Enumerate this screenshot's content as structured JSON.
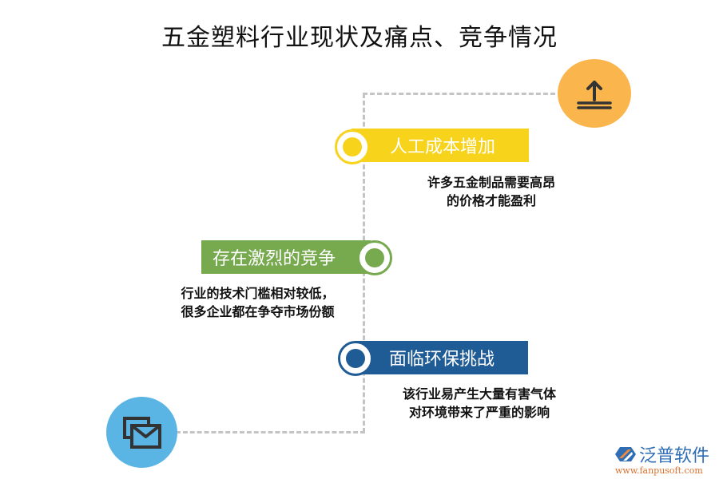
{
  "title": "五金塑料行业现状及痛点、竞争情况",
  "icons": {
    "top": {
      "name": "upload-icon",
      "color": "#fbb54d"
    },
    "bottom": {
      "name": "mail-icon",
      "color": "#5ab4e4"
    }
  },
  "items": [
    {
      "label": "人工成本增加",
      "color": "#f8d31c",
      "desc_line1": "许多五金制品需要高昂",
      "desc_line2": "的价格才能盈利"
    },
    {
      "label": "存在激烈的竞争",
      "color": "#77a94f",
      "desc_line1": "行业的技术门槛相对较低，",
      "desc_line2": "很多企业都在争夺市场份额"
    },
    {
      "label": "面临环保挑战",
      "color": "#1f5b94",
      "desc_line1": "该行业易产生大量有害气体",
      "desc_line2": "对环境带来了严重的影响"
    }
  ],
  "logo": {
    "name": "泛普软件",
    "url": "www.fanpusoft.com"
  }
}
